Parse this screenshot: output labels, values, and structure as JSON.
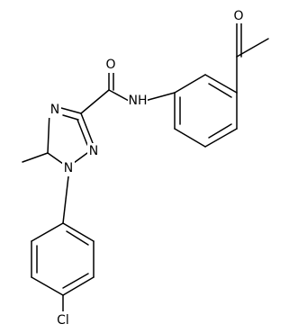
{
  "molecule": {
    "atom_labels": {
      "O_ketone": "O",
      "O_amide": "O",
      "NH": "NH",
      "N_triazole_4": "N",
      "N_triazole_2": "N",
      "N_triazole_1": "N",
      "Cl": "Cl"
    },
    "colors": {
      "bond": "#000000",
      "text": "#000000",
      "background": "#ffffff"
    }
  }
}
